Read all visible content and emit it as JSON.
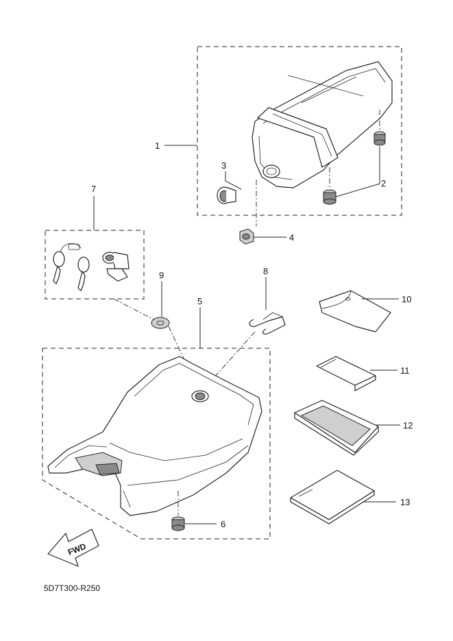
{
  "diagram_code": "5D7T300-R250",
  "direction_arrow_label": "FWD",
  "callouts": [
    {
      "id": "c1",
      "label": "1"
    },
    {
      "id": "c2",
      "label": "2"
    },
    {
      "id": "c3",
      "label": "3"
    },
    {
      "id": "c4",
      "label": "4"
    },
    {
      "id": "c5",
      "label": "5"
    },
    {
      "id": "c6",
      "label": "6"
    },
    {
      "id": "c7",
      "label": "7"
    },
    {
      "id": "c8",
      "label": "8"
    },
    {
      "id": "c9",
      "label": "9"
    },
    {
      "id": "c10",
      "label": "10"
    },
    {
      "id": "c11",
      "label": "11"
    },
    {
      "id": "c12",
      "label": "12"
    },
    {
      "id": "c13",
      "label": "13"
    }
  ]
}
